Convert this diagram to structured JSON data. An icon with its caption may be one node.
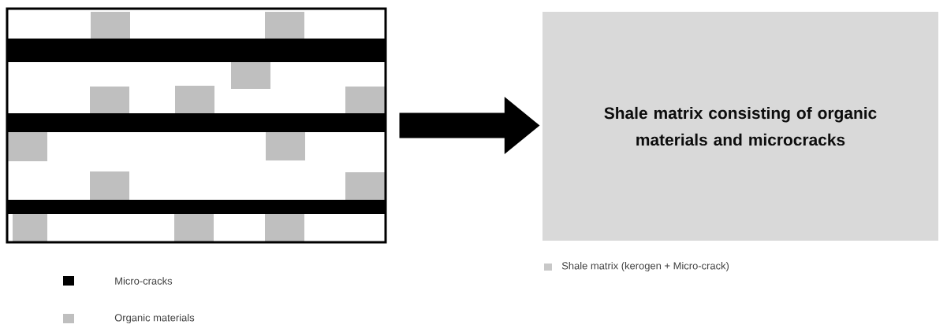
{
  "diagram": {
    "nodes": [
      {
        "text": [],
        "shape": "picture"
      },
      {
        "text": [
          "Shale matrix consisting of organic materials and microcracks"
        ]
      }
    ],
    "edges": [
      {
        "from": 0,
        "to": 1,
        "arrow": "to"
      }
    ],
    "legend": [
      {
        "text": "Micro-cracks",
        "color": "#000000"
      },
      {
        "text": "Organic materials",
        "color": "#bfbfbf"
      },
      {
        "text": "Shale matrix (kerogen + Micro-crack)",
        "color": "#c8c8c8"
      }
    ]
  }
}
